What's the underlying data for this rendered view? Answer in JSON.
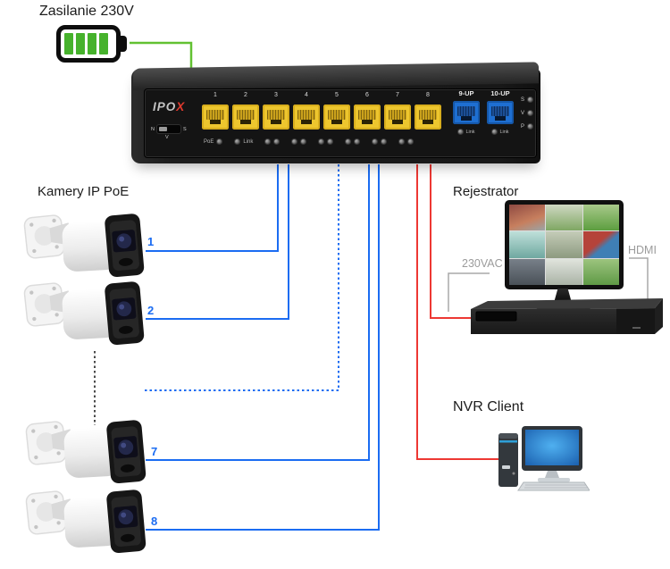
{
  "labels": {
    "power_title": "Zasilanie 230V",
    "cameras_title": "Kamery IP PoE",
    "recorder_title": "Rejestrator",
    "nvr_client_title": "NVR Client",
    "power_connector": "230VAC",
    "hdmi_connector": "HDMI"
  },
  "switch": {
    "brand": {
      "part1": "IPO",
      "part2": "X"
    },
    "ports": [
      "1",
      "2",
      "3",
      "4",
      "5",
      "6",
      "7",
      "8"
    ],
    "uplink_ports": [
      "9-UP",
      "10-UP"
    ],
    "toggle": {
      "left": "N",
      "right": "S",
      "bottom": "V"
    },
    "led_labels": {
      "poe": "PoE",
      "link": "Link"
    },
    "side_leds": [
      "S",
      "V",
      "P"
    ]
  },
  "camera_labels": [
    "1",
    "2",
    "7",
    "8"
  ],
  "colors": {
    "camera_cable": "#1b6cf2",
    "recorder_cable": "#ed3833",
    "power_cable": "#62c132",
    "poe_port": "#eec72e",
    "uplink_port": "#1e6fd2",
    "battery_fill": "#46b22c",
    "connector_label": "#9b9b9b"
  }
}
